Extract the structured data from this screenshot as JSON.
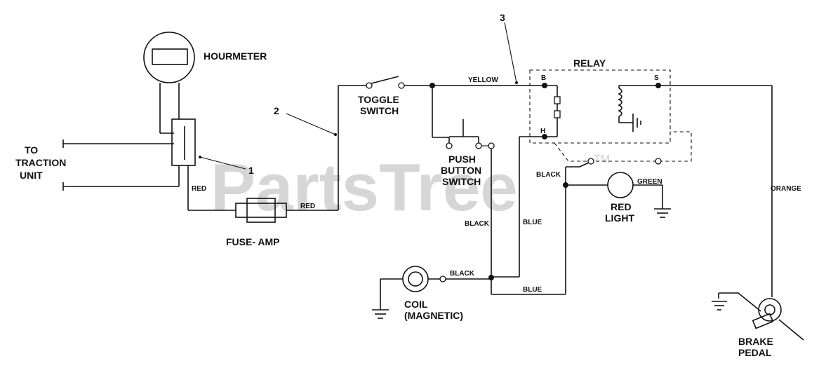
{
  "watermark": {
    "text": "PartsTree",
    "tm": "TM"
  },
  "components": {
    "hourmeter": "HOURMETER",
    "to_traction_line1": "TO",
    "to_traction_line2": "TRACTION",
    "to_traction_line3": "UNIT",
    "fuse_amp": "FUSE-  AMP",
    "toggle_line1": "TOGGLE",
    "toggle_line2": "SWITCH",
    "push_line1": "PUSH",
    "push_line2": "BUTTON",
    "push_line3": "SWITCH",
    "relay": "RELAY",
    "relay_b": "B",
    "relay_h": "H",
    "relay_s": "S",
    "red_light_line1": "RED",
    "red_light_line2": "LIGHT",
    "coil_line1": "COIL",
    "coil_line2": "(MAGNETIC)",
    "brake_line1": "BRAKE",
    "brake_line2": "PEDAL"
  },
  "wires": {
    "red_1": "RED",
    "red_2": "RED",
    "yellow": "YELLOW",
    "black_push": "BLACK",
    "blue_push": "BLUE",
    "black_relay": "BLACK",
    "green": "GREEN",
    "orange": "ORANGE",
    "black_coil": "BLACK",
    "blue_bottom": "BLUE"
  },
  "callouts": {
    "c1": "1",
    "c2": "2",
    "c3": "3"
  }
}
